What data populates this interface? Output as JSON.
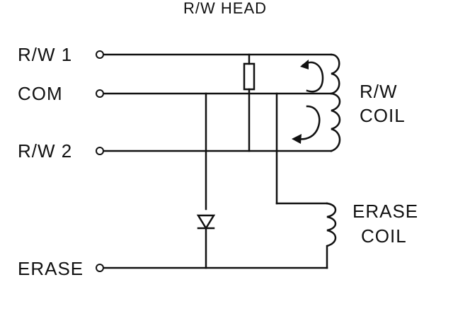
{
  "title": "R/W HEAD",
  "terminals": {
    "rw1": "R/W 1",
    "com": "COM",
    "rw2": "R/W 2",
    "erase": "ERASE"
  },
  "coils": {
    "rw_coil_line1": "R/W",
    "rw_coil_line2": "COIL",
    "erase_coil_line1": "ERASE",
    "erase_coil_line2": "COIL"
  }
}
